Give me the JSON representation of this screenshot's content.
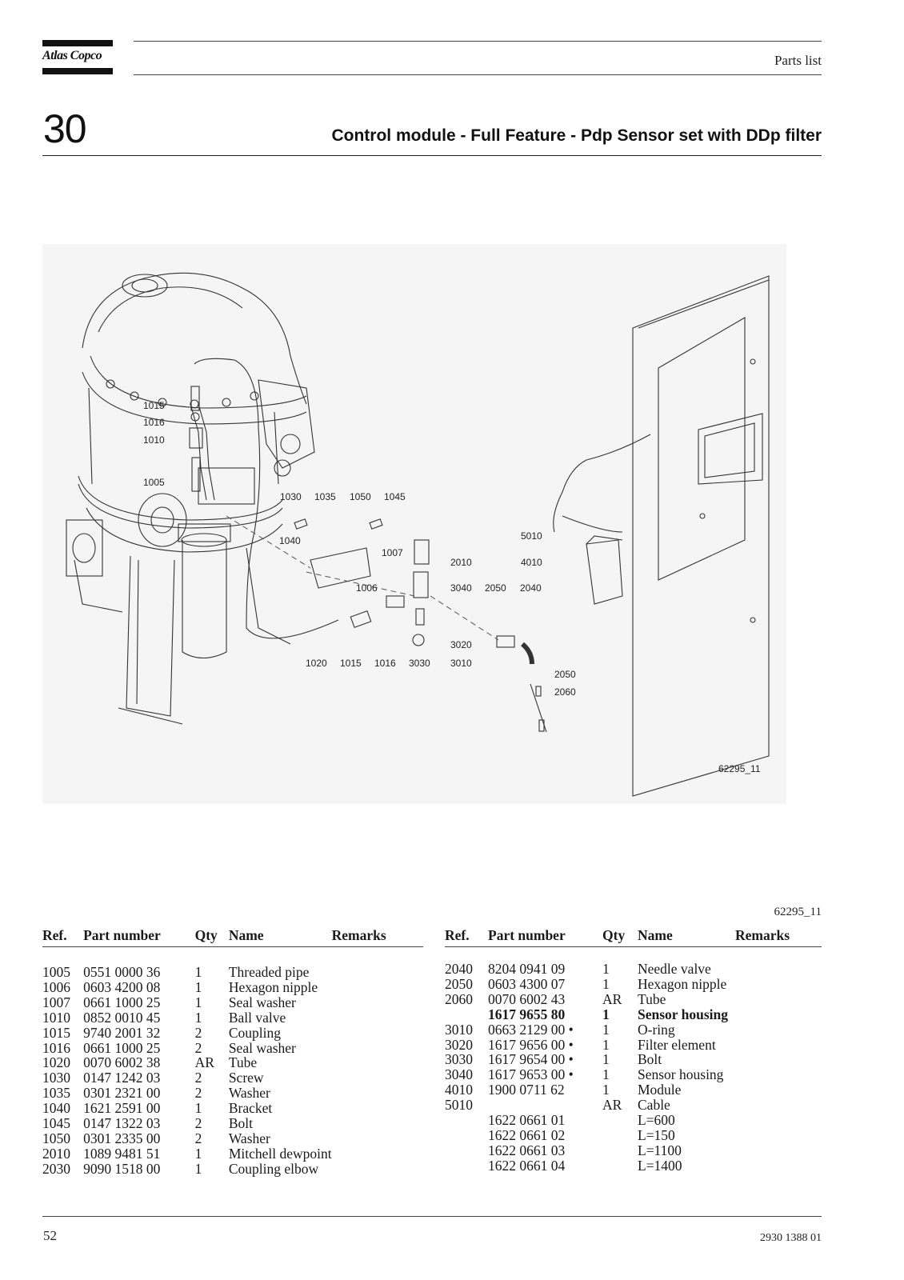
{
  "header": {
    "logo": "Atlas Copco",
    "doc_type": "Parts list"
  },
  "section": {
    "number": "30",
    "title": "Control module - Full Feature - Pdp Sensor set with DDp filter"
  },
  "figure": {
    "id_in_drawing": "62295_11",
    "id_below": "62295_11",
    "callouts": [
      "1015",
      "1016",
      "1010",
      "1005",
      "1030",
      "1035",
      "1050",
      "1045",
      "1040",
      "1007",
      "2010",
      "1006",
      "3040",
      "2050",
      "2040",
      "3020",
      "3010",
      "1020",
      "1015",
      "1016",
      "3030",
      "2050",
      "2060",
      "5010",
      "4010"
    ]
  },
  "table_headers": {
    "ref": "Ref.",
    "part_number": "Part number",
    "qty": "Qty",
    "name": "Name",
    "remarks": "Remarks"
  },
  "left_rows": [
    {
      "ref": "1005",
      "part": "0551 0000 36",
      "qty": "1",
      "name": "Threaded pipe"
    },
    {
      "ref": "1006",
      "part": "0603 4200 08",
      "qty": "1",
      "name": "Hexagon nipple"
    },
    {
      "ref": "1007",
      "part": "0661 1000 25",
      "qty": "1",
      "name": "Seal washer"
    },
    {
      "ref": "1010",
      "part": "0852 0010 45",
      "qty": "1",
      "name": "Ball valve"
    },
    {
      "ref": "1015",
      "part": "9740 2001 32",
      "qty": "2",
      "name": "Coupling"
    },
    {
      "ref": "1016",
      "part": "0661 1000 25",
      "qty": "2",
      "name": "Seal washer"
    },
    {
      "ref": "1020",
      "part": "0070 6002 38",
      "qty": "AR",
      "name": "Tube"
    },
    {
      "ref": "1030",
      "part": "0147 1242 03",
      "qty": "2",
      "name": "Screw"
    },
    {
      "ref": "1035",
      "part": "0301 2321 00",
      "qty": "2",
      "name": "Washer"
    },
    {
      "ref": "1040",
      "part": "1621 2591 00",
      "qty": "1",
      "name": "Bracket"
    },
    {
      "ref": "1045",
      "part": "0147 1322 03",
      "qty": "2",
      "name": "Bolt"
    },
    {
      "ref": "1050",
      "part": "0301 2335 00",
      "qty": "2",
      "name": "Washer"
    },
    {
      "ref": "2010",
      "part": "1089 9481 51",
      "qty": "1",
      "name": "Mitchell dewpoint"
    },
    {
      "ref": "2030",
      "part": "9090 1518 00",
      "qty": "1",
      "name": "Coupling elbow"
    }
  ],
  "right_rows": [
    {
      "ref": "2040",
      "part": "8204 0941 09",
      "qty": "1",
      "name": "Needle valve",
      "bold": false
    },
    {
      "ref": "2050",
      "part": "0603 4300 07",
      "qty": "1",
      "name": "Hexagon nipple",
      "bold": false
    },
    {
      "ref": "2060",
      "part": "0070 6002 43",
      "qty": "AR",
      "name": "Tube",
      "bold": false
    },
    {
      "ref": "",
      "part": "1617 9655 80",
      "qty": "1",
      "name": "Sensor housing",
      "bold": true
    },
    {
      "ref": "3010",
      "part": "0663 2129 00 •",
      "qty": "1",
      "name": "O-ring",
      "bold": false
    },
    {
      "ref": "3020",
      "part": "1617 9656 00 •",
      "qty": "1",
      "name": "Filter element",
      "bold": false
    },
    {
      "ref": "3030",
      "part": "1617 9654 00 •",
      "qty": "1",
      "name": "Bolt",
      "bold": false
    },
    {
      "ref": "3040",
      "part": "1617 9653 00 •",
      "qty": "1",
      "name": "Sensor housing",
      "bold": false
    },
    {
      "ref": "4010",
      "part": "1900 0711 62",
      "qty": "1",
      "name": "Module",
      "bold": false
    },
    {
      "ref": "5010",
      "part": "",
      "qty": "AR",
      "name": "Cable",
      "bold": false
    },
    {
      "ref": "",
      "part": "1622 0661 01",
      "qty": "",
      "name": "L=600",
      "bold": false
    },
    {
      "ref": "",
      "part": "1622 0661 02",
      "qty": "",
      "name": "L=150",
      "bold": false
    },
    {
      "ref": "",
      "part": "1622 0661 03",
      "qty": "",
      "name": "L=1100",
      "bold": false
    },
    {
      "ref": "",
      "part": "1622 0661 04",
      "qty": "",
      "name": "L=1400",
      "bold": false
    }
  ],
  "footer": {
    "page": "52",
    "doc_number": "2930 1388 01"
  }
}
